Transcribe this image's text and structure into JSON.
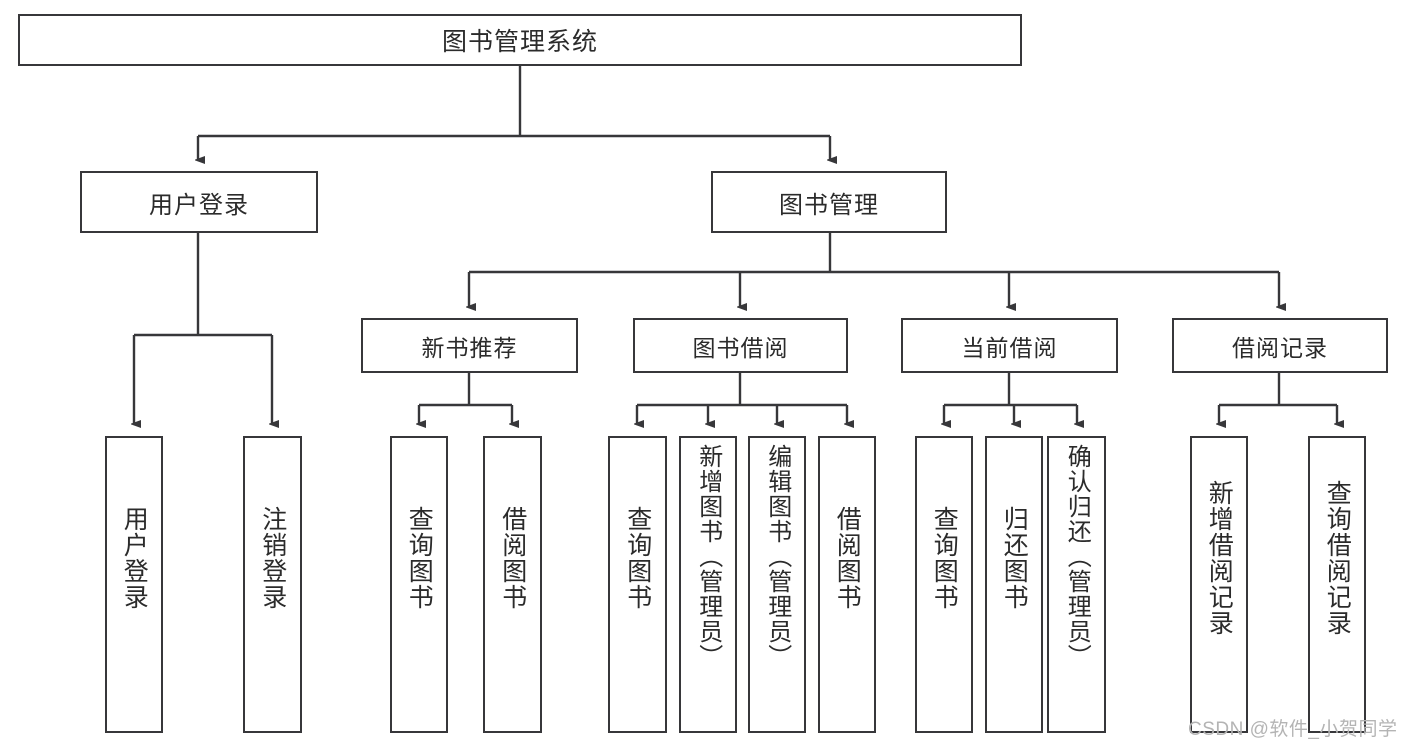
{
  "diagram": {
    "title": "图书管理系统",
    "type": "hierarchy-tree",
    "watermark": "CSDN @软件_小贺同学",
    "colors": {
      "stroke": "#37373a",
      "text": "#2b2b2b",
      "background": "#ffffff",
      "watermark": "#b4b4b4"
    },
    "root": {
      "label": "图书管理系统"
    },
    "level1": [
      {
        "label": "用户登录"
      },
      {
        "label": "图书管理"
      }
    ],
    "level2": [
      {
        "label": "新书推荐"
      },
      {
        "label": "图书借阅"
      },
      {
        "label": "当前借阅"
      },
      {
        "label": "借阅记录"
      }
    ],
    "leaves": {
      "user_login": [
        {
          "label": "用户登录"
        },
        {
          "label": "注销登录"
        }
      ],
      "new_book_recommend": [
        {
          "label": "查询图书"
        },
        {
          "label": "借阅图书"
        }
      ],
      "book_borrow": [
        {
          "label": "查询图书"
        },
        {
          "label": "新增图书（管理员）"
        },
        {
          "label": "编辑图书（管理员）"
        },
        {
          "label": "借阅图书"
        }
      ],
      "current_borrow": [
        {
          "label": "查询图书"
        },
        {
          "label": "归还图书"
        },
        {
          "label": "确认归还（管理员）"
        }
      ],
      "borrow_record": [
        {
          "label": "新增借阅记录"
        },
        {
          "label": "查询借阅记录"
        }
      ]
    }
  }
}
